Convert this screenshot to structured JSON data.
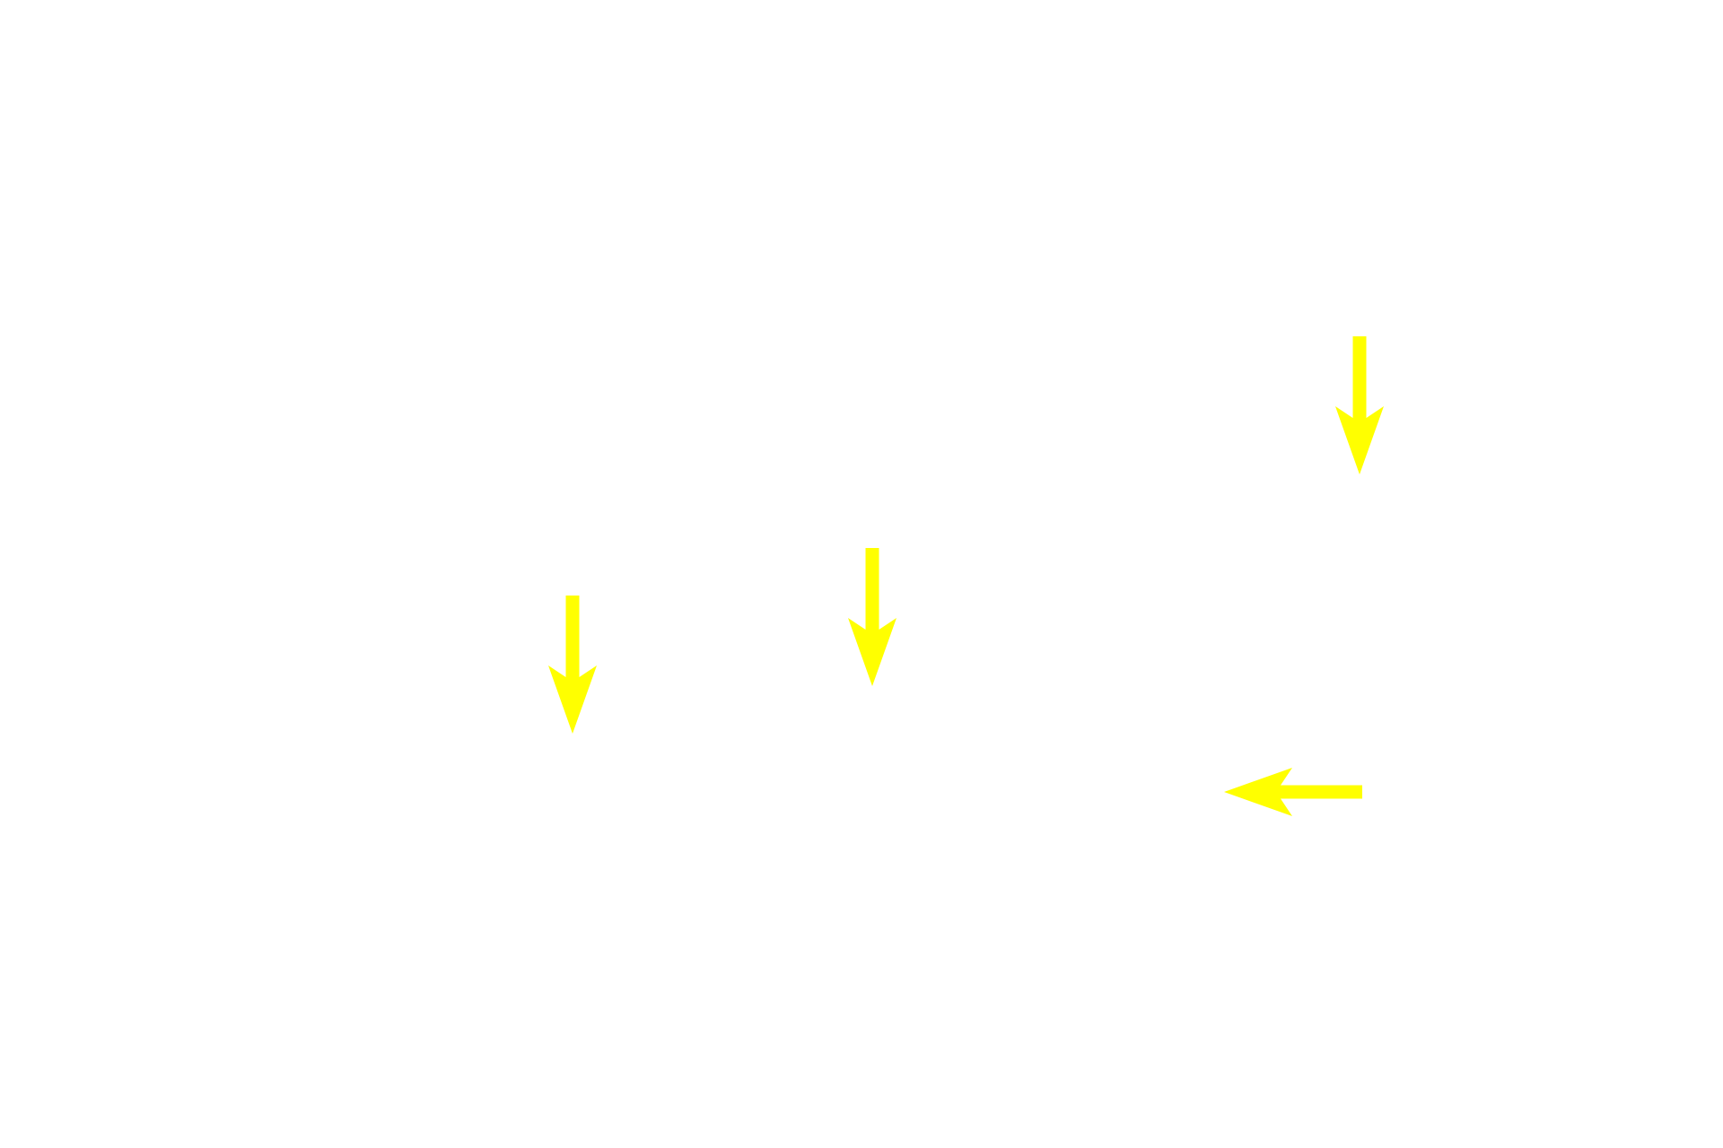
{
  "canvas": {
    "background": "#ffffff"
  },
  "annotations": {
    "arrow_color": "#ffff00",
    "arrows": [
      {
        "direction": "down"
      },
      {
        "direction": "down"
      },
      {
        "direction": "down"
      },
      {
        "direction": "left"
      }
    ]
  }
}
